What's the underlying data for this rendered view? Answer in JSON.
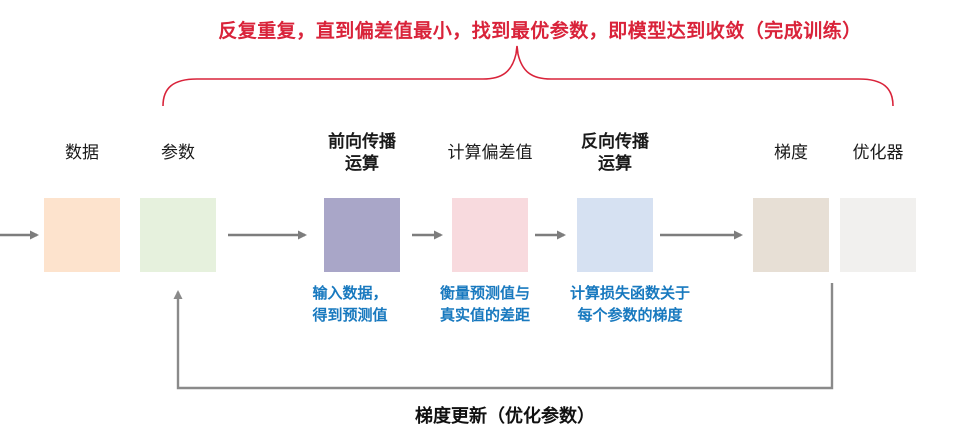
{
  "caption": {
    "text": "反复重复，直到偏差值最小，找到最优参数，即模型达到收敛（完成训练）"
  },
  "stages": [
    {
      "id": "data",
      "label": "数据",
      "color": "#fde3cd",
      "note": ""
    },
    {
      "id": "params",
      "label": "参数",
      "color": "#e6f1dd",
      "note": ""
    },
    {
      "id": "forward",
      "label": "前向传播\n运算",
      "color": "#a9a6c8",
      "note": "输入数据，\n得到预测值"
    },
    {
      "id": "loss",
      "label": "计算偏差值",
      "color": "#f8dade",
      "note": "衡量预测值与\n真实值的差距"
    },
    {
      "id": "backward",
      "label": "反向传播\n运算",
      "color": "#d6e1f2",
      "note": "计算损失函数关于\n每个参数的梯度"
    },
    {
      "id": "gradient",
      "label": "梯度",
      "color": "#e7dfd5",
      "note": ""
    },
    {
      "id": "optimizer",
      "label": "优化器",
      "color": "#f1f0ee",
      "note": ""
    }
  ],
  "feedback": {
    "label": "梯度更新（优化参数）"
  },
  "colors": {
    "caption_red": "#d9233a",
    "annotation_blue": "#1879bf",
    "arrow_gray": "#7d7d7d",
    "loop_gray": "#8a8a8a"
  }
}
